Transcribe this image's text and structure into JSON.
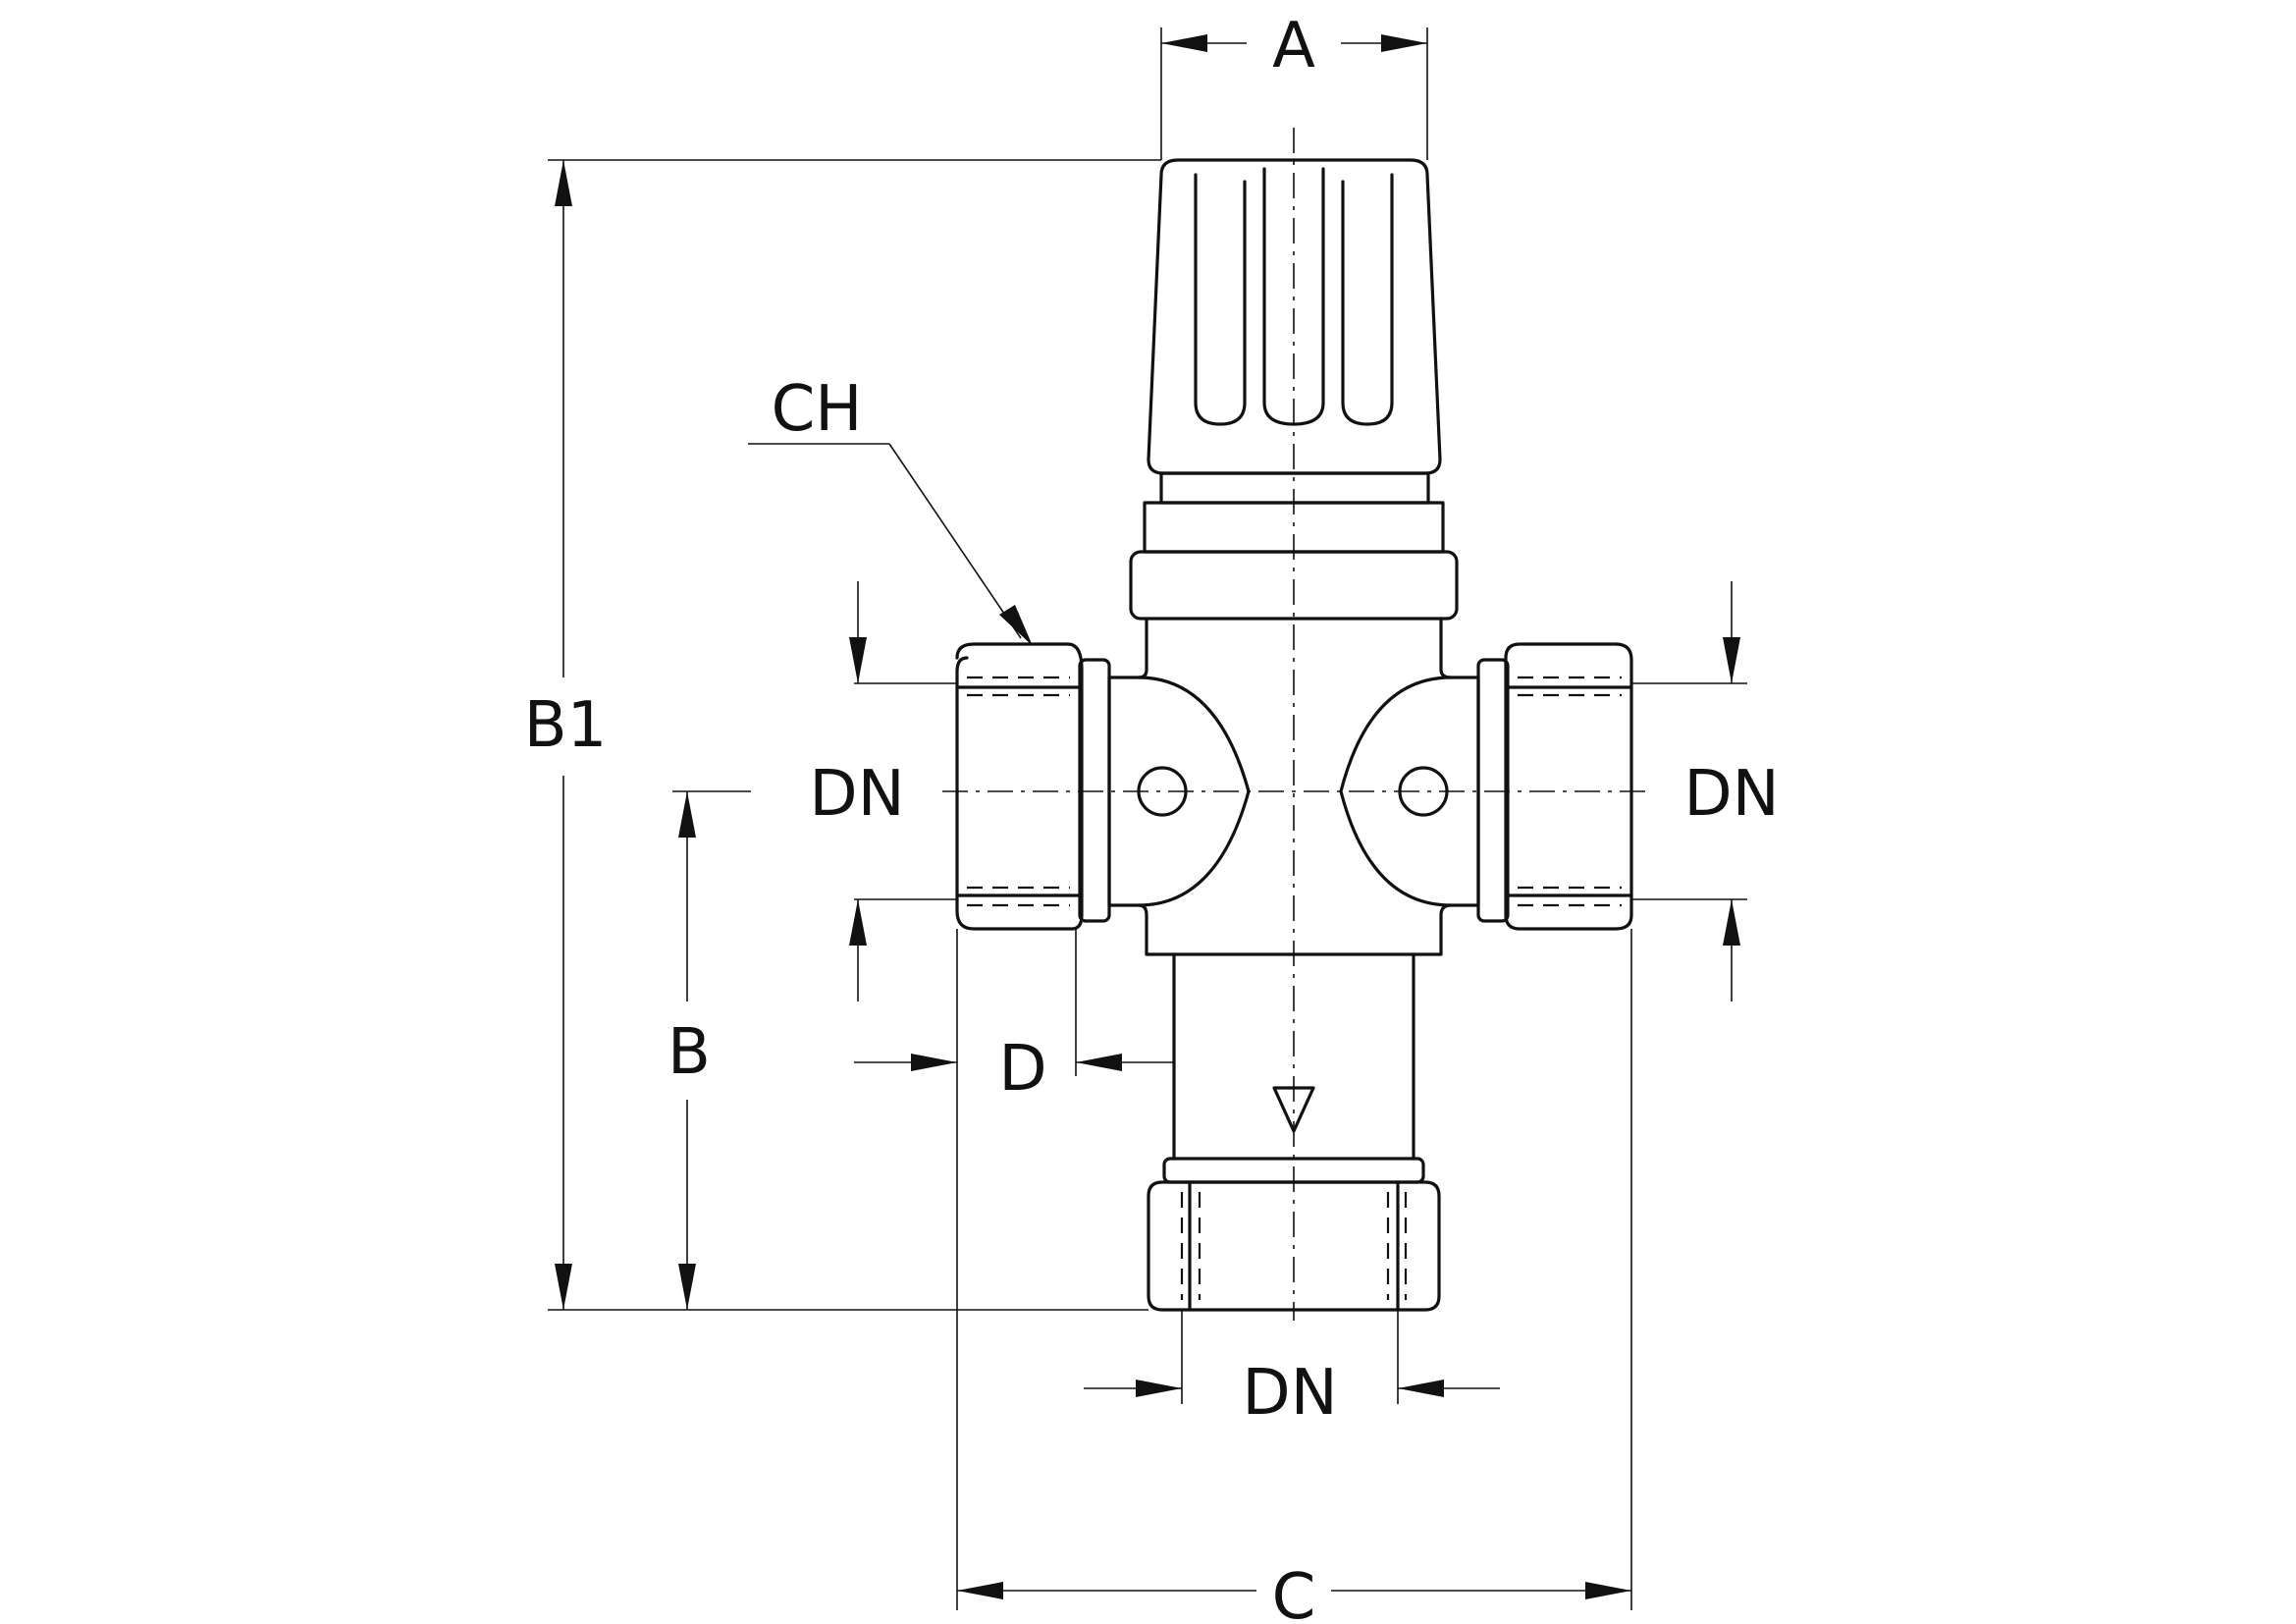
{
  "labels": {
    "A": "A",
    "B": "B",
    "B1": "B1",
    "C": "C",
    "D": "D",
    "CH": "CH",
    "DN_left": "DN",
    "DN_right": "DN",
    "DN_bottom": "DN"
  }
}
